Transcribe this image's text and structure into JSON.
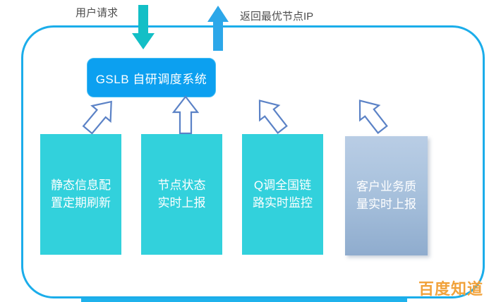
{
  "top": {
    "request_label": "用户请求",
    "response_label": "返回最优节点IP"
  },
  "gslb": {
    "label": "GSLB 自研调度系统"
  },
  "sources": [
    {
      "line1": "静态信息配",
      "line2": "置定期刷新"
    },
    {
      "line1": "节点状态",
      "line2": "实时上报"
    },
    {
      "line1": "Q调全国链",
      "line2": "路实时监控"
    },
    {
      "line1": "客户业务质",
      "line2": "量实时上报"
    }
  ],
  "watermark": "百度知道",
  "colors": {
    "frame_border": "#1badea",
    "request_arrow": "#13bfc6",
    "response_arrow": "#2ca7e9",
    "gslb_box": "#0ca0f0",
    "source_box_cyan": "#32d1dc",
    "source_box_gray_top": "#b9cde5",
    "source_box_gray_bottom": "#8facce",
    "flow_arrow_outline": "#5b82c6",
    "watermark": "#f1a23b",
    "label_text": "#4d4d4d",
    "bottom_bar": "#1fb2ec"
  }
}
